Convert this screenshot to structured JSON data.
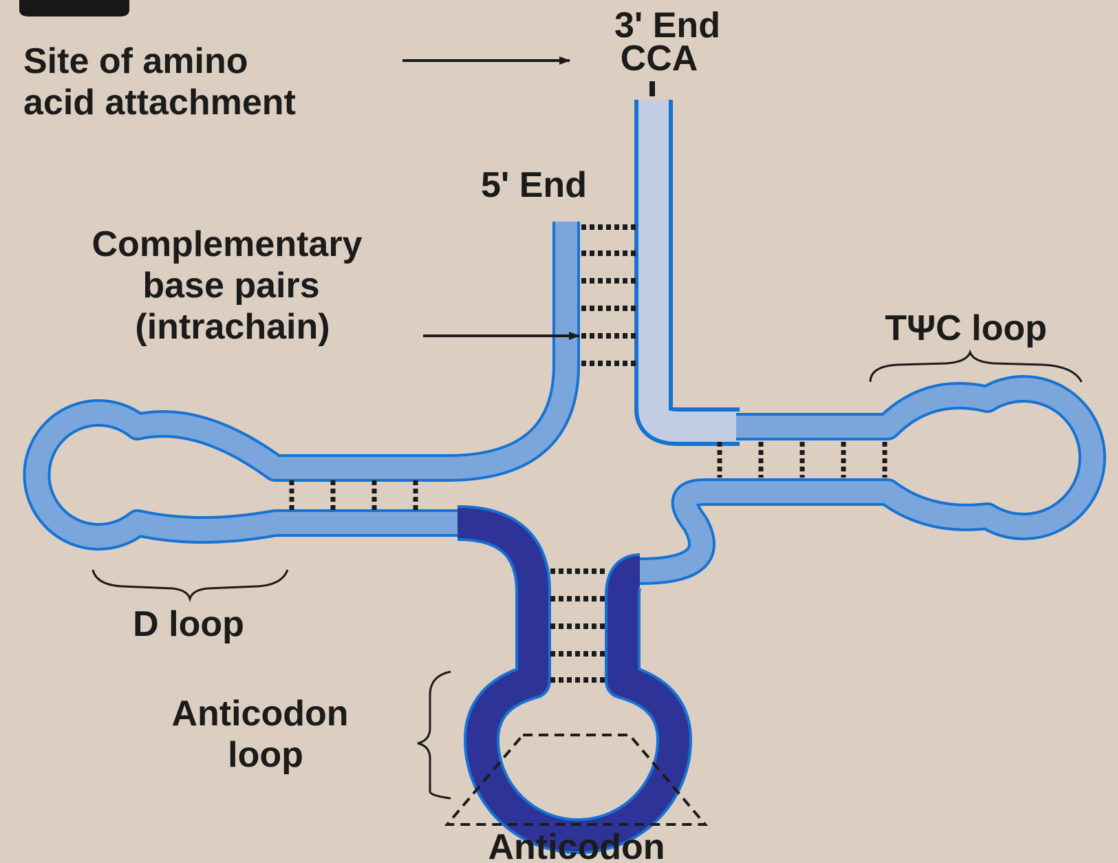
{
  "labels": {
    "three_prime_end": "3' End",
    "cca": "CCA",
    "site_line1": "Site of amino",
    "site_line2": "acid attachment",
    "five_prime_end": "5' End",
    "complementary_line1": "Complementary",
    "complementary_line2": "base pairs",
    "complementary_line3": "(intrachain)",
    "tpsic_loop": "TΨC loop",
    "d_loop": "D loop",
    "anticodon_loop_line1": "Anticodon",
    "anticodon_loop_line2": "loop",
    "anticodon": "Anticodon"
  },
  "colors": {
    "background": "#dccfc1",
    "strand_light": "#7ba6dc",
    "strand_pale": "#c3cde2",
    "strand_dark": "#2e3397",
    "outline": "#1673d3",
    "text": "#1b1b1b"
  }
}
